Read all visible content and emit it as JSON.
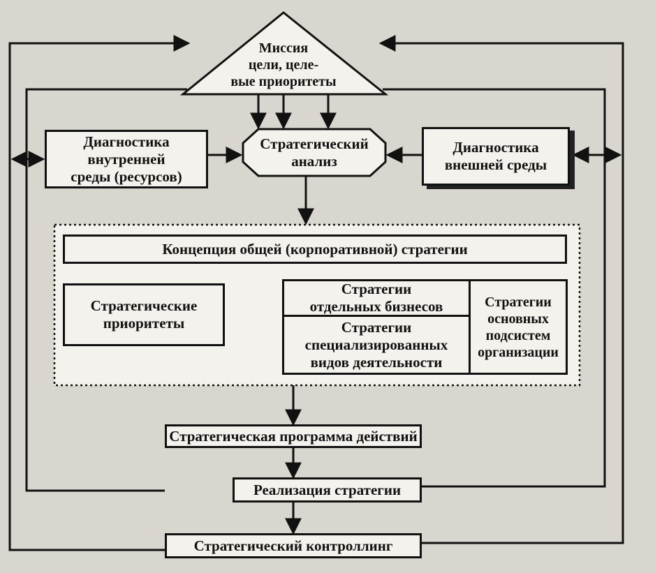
{
  "diagram": {
    "nodes": {
      "mission": "Миссия\nцели, целе-\nвые приоритеты",
      "strategic_analysis": "Стратегический\nанализ",
      "internal_diagnostics": "Диагностика\nвнутренней\nсреды (ресурсов)",
      "external_diagnostics": "Диагностика\nвнешней среды",
      "corporate_strategy": "Концепция общей (корпоративной) стратегии",
      "strategic_priorities": "Стратегические\nприоритеты",
      "business_strategies": "Стратегии\nотдельных бизнесов",
      "specialized_strategies": "Стратегии\nспециализированных\nвидов деятельности",
      "subsystem_strategies": "Стратегии\nосновных\nподсистем\nорганизации",
      "action_program": "Стратегическая программа действий",
      "implementation": "Реализация стратегии",
      "controlling": "Стратегический контроллинг"
    },
    "colors": {
      "ink": "#111111",
      "box_fill": "#f4f2ec",
      "background": "#d9d6cf"
    }
  }
}
